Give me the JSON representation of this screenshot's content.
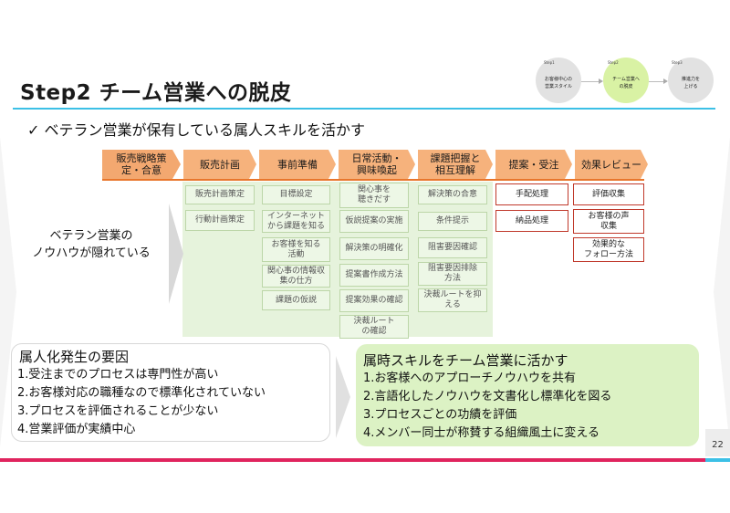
{
  "title": "Step2 チーム営業への脱皮",
  "subtitle": "✓ ベテラン営業が保有している属人スキルを活かす",
  "steps": [
    {
      "tag": "Step1",
      "lines": [
        "お客様中心の",
        "営業スタイル"
      ]
    },
    {
      "tag": "Step2",
      "lines": [
        "チーム営業へ",
        "の脱皮"
      ]
    },
    {
      "tag": "Step3",
      "lines": [
        "推進力を",
        "上げる"
      ]
    }
  ],
  "process_headers": [
    {
      "lines": [
        "販売戦略策",
        "定・合意"
      ]
    },
    {
      "lines": [
        "販売計画"
      ]
    },
    {
      "lines": [
        "事前準備"
      ]
    },
    {
      "lines": [
        "日常活動・",
        "興味喚起"
      ]
    },
    {
      "lines": [
        "課題把握と",
        "相互理解"
      ]
    },
    {
      "lines": [
        "提案・受注"
      ]
    },
    {
      "lines": [
        "効果レビュー"
      ]
    }
  ],
  "hidden_label": [
    "ベテラン営業の",
    "ノウハウが隠れている"
  ],
  "tasks": {
    "col1": [
      [
        "販売計画策定"
      ],
      [
        "行動計画策定"
      ]
    ],
    "col2": [
      [
        "目標設定"
      ],
      [
        "インターネット",
        "から課題を知る"
      ],
      [
        "お客様を知る",
        "活動"
      ],
      [
        "関心事の情報収",
        "集の仕方"
      ],
      [
        "課題の仮説"
      ]
    ],
    "col3": [
      [
        "関心事を",
        "聴きだす"
      ],
      [
        "仮説提案の実施"
      ],
      [
        "解決策の明確化"
      ],
      [
        "提案書作成方法"
      ],
      [
        "提案効果の確認"
      ],
      [
        "決裁ルート",
        "の確認"
      ]
    ],
    "col4": [
      [
        "解決策の合意"
      ],
      [
        "条件提示"
      ],
      [
        "阻害要因確認"
      ],
      [
        "阻害要因排除",
        "方法"
      ],
      [
        "決裁ルートを抑",
        "える"
      ]
    ],
    "col5": [
      [
        "手配処理"
      ],
      [
        "納品処理"
      ]
    ],
    "col6": [
      [
        "評価収集"
      ],
      [
        "お客様の声",
        "収集"
      ],
      [
        "効果的な",
        "フォロー方法"
      ]
    ]
  },
  "left_box": {
    "title": "属人化発生の要因",
    "items": [
      "1.受注までのプロセスは専門性が高い",
      "2.お客様対応の職種なので標準化されていない",
      "3.プロセスを評価されることが少ない",
      "4.営業評価が実績中心"
    ]
  },
  "right_box": {
    "title": "属時スキルをチーム営業に活かす",
    "items": [
      "1.お客様へのアプローチノウハウを共有",
      "2.言語化したノウハウを文書化し標準化を図る",
      "3.プロセスごとの功績を評価",
      "4.メンバー同士が称賛する組織風土に変える"
    ]
  },
  "page_number": "22",
  "colors": {
    "accent_line": "#3cc0e6",
    "chevron": "#f6b27c",
    "chevron_underline": "#e8762c",
    "task_region": "#e6f3dc",
    "red_border": "#c0392b",
    "left_box_bg": "#ffffff",
    "right_box_bg": "#dcf2c4",
    "footer_red": "#e0245e",
    "footer_blue": "#3cc0e6"
  }
}
